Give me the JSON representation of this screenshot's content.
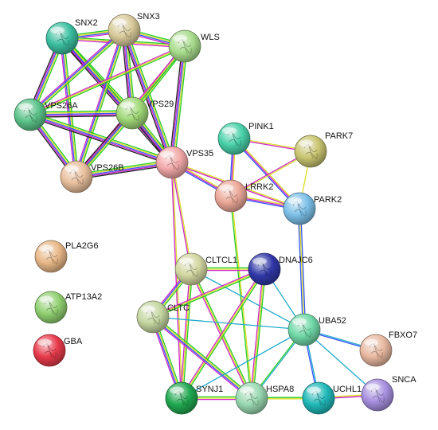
{
  "nodes": [
    {
      "id": "SNX2",
      "label": "SNX2",
      "color": "#3bbfa0"
    },
    {
      "id": "SNX3",
      "label": "SNX3",
      "color": "#d8c99a"
    },
    {
      "id": "WLS",
      "label": "WLS",
      "color": "#a8dc8c"
    },
    {
      "id": "VPS26A",
      "label": "VPS26A",
      "color": "#5cc48a"
    },
    {
      "id": "VPS29",
      "label": "VPS29",
      "color": "#a0d878"
    },
    {
      "id": "VPS26B",
      "label": "VPS26B",
      "color": "#e8bf9c"
    },
    {
      "id": "VPS35",
      "label": "VPS35",
      "color": "#f2a8a8"
    },
    {
      "id": "PINK1",
      "label": "PINK1",
      "color": "#48d0a8"
    },
    {
      "id": "PARK7",
      "label": "PARK7",
      "color": "#c8c470"
    },
    {
      "id": "LRRK2",
      "label": "LRRK2",
      "color": "#eba898"
    },
    {
      "id": "PARK2",
      "label": "PARK2",
      "color": "#7cc0e8"
    },
    {
      "id": "PLA2G6",
      "label": "PLA2G6",
      "color": "#e8b888"
    },
    {
      "id": "ATP13A2",
      "label": "ATP13A2",
      "color": "#90d070"
    },
    {
      "id": "GBA",
      "label": "GBA",
      "color": "#e83a4a"
    },
    {
      "id": "CLTCL1",
      "label": "CLTCL1",
      "color": "#d2d6a0"
    },
    {
      "id": "DNAJC6",
      "label": "DNAJC6",
      "color": "#3038a8"
    },
    {
      "id": "CLTC",
      "label": "CLTC",
      "color": "#c4d6a0"
    },
    {
      "id": "UBA52",
      "label": "UBA52",
      "color": "#70d8a8"
    },
    {
      "id": "FBXO7",
      "label": "FBXO7",
      "color": "#e8b8a0"
    },
    {
      "id": "SYNJ1",
      "label": "SYNJ1",
      "color": "#20a850"
    },
    {
      "id": "HSPA8",
      "label": "HSPA8",
      "color": "#98d8b0"
    },
    {
      "id": "UCHL1",
      "label": "UCHL1",
      "color": "#20b8b8"
    },
    {
      "id": "SNCA",
      "label": "SNCA",
      "color": "#a890e0"
    }
  ],
  "edges": [
    {
      "source": "SNX2",
      "target": "SNX3",
      "colors": [
        "#22cc22",
        "#dddd22",
        "#3355ff",
        "#cc22cc"
      ]
    },
    {
      "source": "SNX2",
      "target": "WLS",
      "colors": [
        "#22cc22",
        "#dddd22",
        "#cc22cc"
      ]
    },
    {
      "source": "SNX2",
      "target": "VPS26A",
      "colors": [
        "#22cc22",
        "#dddd22",
        "#3355ff",
        "#cc22cc",
        "#222222"
      ]
    },
    {
      "source": "SNX2",
      "target": "VPS29",
      "colors": [
        "#22cc22",
        "#dddd22",
        "#3355ff",
        "#cc22cc",
        "#222222"
      ]
    },
    {
      "source": "SNX2",
      "target": "VPS26B",
      "colors": [
        "#22cc22",
        "#dddd22",
        "#3355ff",
        "#cc22cc"
      ]
    },
    {
      "source": "SNX2",
      "target": "VPS35",
      "colors": [
        "#22cc22",
        "#dddd22",
        "#3355ff",
        "#cc22cc",
        "#222222"
      ]
    },
    {
      "source": "SNX3",
      "target": "WLS",
      "colors": [
        "#22cc22",
        "#dddd22",
        "#3355ff",
        "#cc22cc"
      ]
    },
    {
      "source": "SNX3",
      "target": "VPS26A",
      "colors": [
        "#22cc22",
        "#dddd22",
        "#3355ff",
        "#cc22cc"
      ]
    },
    {
      "source": "SNX3",
      "target": "VPS29",
      "colors": [
        "#22cc22",
        "#dddd22",
        "#3355ff",
        "#cc22cc",
        "#222222"
      ]
    },
    {
      "source": "SNX3",
      "target": "VPS26B",
      "colors": [
        "#22cc22",
        "#dddd22",
        "#3355ff",
        "#cc22cc"
      ]
    },
    {
      "source": "SNX3",
      "target": "VPS35",
      "colors": [
        "#22cc22",
        "#dddd22",
        "#3355ff",
        "#cc22cc",
        "#222222"
      ]
    },
    {
      "source": "WLS",
      "target": "VPS26A",
      "colors": [
        "#22cc22",
        "#dddd22",
        "#cc22cc"
      ]
    },
    {
      "source": "WLS",
      "target": "VPS29",
      "colors": [
        "#22cc22",
        "#dddd22",
        "#3355ff",
        "#cc22cc"
      ]
    },
    {
      "source": "WLS",
      "target": "VPS26B",
      "colors": [
        "#22cc22",
        "#dddd22",
        "#cc22cc"
      ]
    },
    {
      "source": "WLS",
      "target": "VPS35",
      "colors": [
        "#22cc22",
        "#dddd22",
        "#3355ff",
        "#cc22cc",
        "#222222"
      ]
    },
    {
      "source": "VPS26A",
      "target": "VPS29",
      "colors": [
        "#22cc22",
        "#dddd22",
        "#3355ff",
        "#cc22cc",
        "#222222"
      ]
    },
    {
      "source": "VPS26A",
      "target": "VPS26B",
      "colors": [
        "#22cc22",
        "#dddd22",
        "#3355ff",
        "#cc22cc",
        "#222222"
      ]
    },
    {
      "source": "VPS26A",
      "target": "VPS35",
      "colors": [
        "#22cc22",
        "#dddd22",
        "#3355ff",
        "#cc22cc",
        "#222222"
      ]
    },
    {
      "source": "VPS29",
      "target": "VPS26B",
      "colors": [
        "#22cc22",
        "#dddd22",
        "#3355ff",
        "#cc22cc",
        "#222222"
      ]
    },
    {
      "source": "VPS29",
      "target": "VPS35",
      "colors": [
        "#22cc22",
        "#dddd22",
        "#3355ff",
        "#cc22cc",
        "#222222"
      ]
    },
    {
      "source": "VPS26B",
      "target": "VPS35",
      "colors": [
        "#22cc22",
        "#dddd22",
        "#3355ff",
        "#cc22cc",
        "#222222"
      ]
    },
    {
      "source": "VPS35",
      "target": "LRRK2",
      "colors": [
        "#dddd22",
        "#cc22cc",
        "#3355ff"
      ]
    },
    {
      "source": "VPS35",
      "target": "PARK2",
      "colors": [
        "#dddd22",
        "#cc22cc"
      ]
    },
    {
      "source": "VPS35",
      "target": "CLTCL1",
      "colors": [
        "#dddd22",
        "#cc22cc"
      ]
    },
    {
      "source": "VPS35",
      "target": "SYNJ1",
      "colors": [
        "#dddd22",
        "#cc22cc"
      ]
    },
    {
      "source": "PINK1",
      "target": "PARK7",
      "colors": [
        "#dddd22",
        "#cc22cc"
      ]
    },
    {
      "source": "PINK1",
      "target": "LRRK2",
      "colors": [
        "#dddd22",
        "#cc22cc",
        "#3355ff"
      ]
    },
    {
      "source": "PINK1",
      "target": "PARK2",
      "colors": [
        "#dddd22",
        "#cc22cc",
        "#3355ff"
      ]
    },
    {
      "source": "PARK7",
      "target": "LRRK2",
      "colors": [
        "#dddd22",
        "#cc22cc"
      ]
    },
    {
      "source": "PARK7",
      "target": "PARK2",
      "colors": [
        "#dddd22"
      ]
    },
    {
      "source": "LRRK2",
      "target": "PARK2",
      "colors": [
        "#dddd22",
        "#cc22cc",
        "#3355ff"
      ]
    },
    {
      "source": "LRRK2",
      "target": "HSPA8",
      "colors": [
        "#dddd22",
        "#22cc22"
      ]
    },
    {
      "source": "PARK2",
      "target": "UBA52",
      "colors": [
        "#3355ff",
        "#dddd22",
        "#3355ff"
      ]
    },
    {
      "source": "CLTCL1",
      "target": "DNAJC6",
      "colors": [
        "#22cc22",
        "#dddd22",
        "#cc22cc"
      ]
    },
    {
      "source": "CLTCL1",
      "target": "CLTC",
      "colors": [
        "#22cc22",
        "#dddd22",
        "#3355ff",
        "#cc22cc"
      ]
    },
    {
      "source": "CLTCL1",
      "target": "UBA52",
      "colors": [
        "#22aacc"
      ]
    },
    {
      "source": "CLTCL1",
      "target": "SYNJ1",
      "colors": [
        "#22cc22",
        "#dddd22",
        "#cc22cc"
      ]
    },
    {
      "source": "CLTCL1",
      "target": "HSPA8",
      "colors": [
        "#22cc22",
        "#dddd22",
        "#cc22cc"
      ]
    },
    {
      "source": "DNAJC6",
      "target": "CLTC",
      "colors": [
        "#22cc22",
        "#dddd22",
        "#cc22cc"
      ]
    },
    {
      "source": "DNAJC6",
      "target": "UBA52",
      "colors": [
        "#22aacc"
      ]
    },
    {
      "source": "DNAJC6",
      "target": "SYNJ1",
      "colors": [
        "#22cc22",
        "#dddd22",
        "#cc22cc"
      ]
    },
    {
      "source": "DNAJC6",
      "target": "HSPA8",
      "colors": [
        "#22cc22",
        "#dddd22",
        "#cc22cc"
      ]
    },
    {
      "source": "CLTC",
      "target": "UBA52",
      "colors": [
        "#22aacc"
      ]
    },
    {
      "source": "CLTC",
      "target": "SYNJ1",
      "colors": [
        "#22cc22",
        "#dddd22",
        "#3355ff",
        "#cc22cc"
      ]
    },
    {
      "source": "CLTC",
      "target": "HSPA8",
      "colors": [
        "#22cc22",
        "#dddd22",
        "#3355ff",
        "#cc22cc"
      ]
    },
    {
      "source": "UBA52",
      "target": "FBXO7",
      "colors": [
        "#22aacc",
        "#3355ff"
      ]
    },
    {
      "source": "UBA52",
      "target": "SYNJ1",
      "colors": [
        "#22aacc"
      ]
    },
    {
      "source": "UBA52",
      "target": "HSPA8",
      "colors": [
        "#22aacc",
        "#22cc22"
      ]
    },
    {
      "source": "UBA52",
      "target": "UCHL1",
      "colors": [
        "#22aacc",
        "#3355ff"
      ]
    },
    {
      "source": "UBA52",
      "target": "SNCA",
      "colors": [
        "#22aacc"
      ]
    },
    {
      "source": "SYNJ1",
      "target": "HSPA8",
      "colors": [
        "#22cc22",
        "#dddd22",
        "#cc22cc"
      ]
    },
    {
      "source": "HSPA8",
      "target": "UCHL1",
      "colors": [
        "#22cc22",
        "#dddd22"
      ]
    },
    {
      "source": "UCHL1",
      "target": "SNCA",
      "colors": [
        "#dddd22",
        "#cc22cc"
      ]
    }
  ]
}
